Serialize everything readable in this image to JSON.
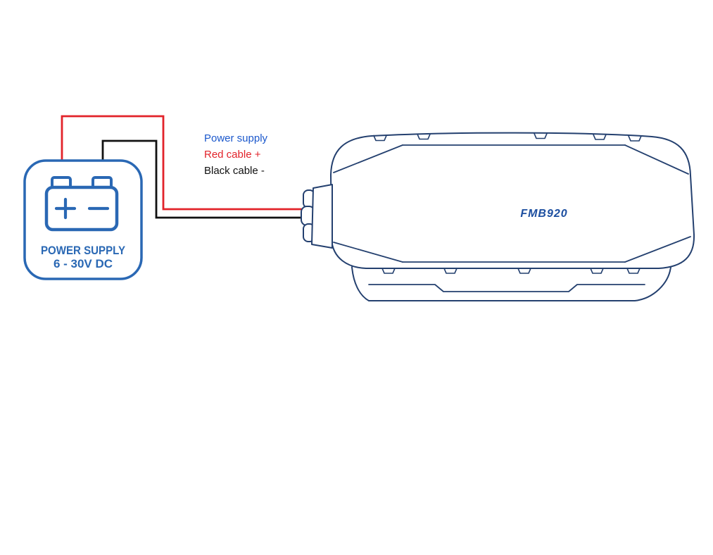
{
  "legend": {
    "power_supply": "Power supply",
    "red_cable": "Red cable +",
    "black_cable": "Black cable -"
  },
  "battery": {
    "title": "POWER SUPPLY",
    "subtitle": "6 - 30V DC",
    "plus_symbol": "+",
    "minus_symbol": "-"
  },
  "device": {
    "model": "FMB920"
  },
  "colors": {
    "battery_blue": "#2a68b4",
    "device_outline": "#24406f",
    "model_blue": "#1d4fa0",
    "legend_blue": "#1b58cc",
    "red_cable": "#e2232a",
    "black_cable": "#111111",
    "background": "#ffffff"
  }
}
